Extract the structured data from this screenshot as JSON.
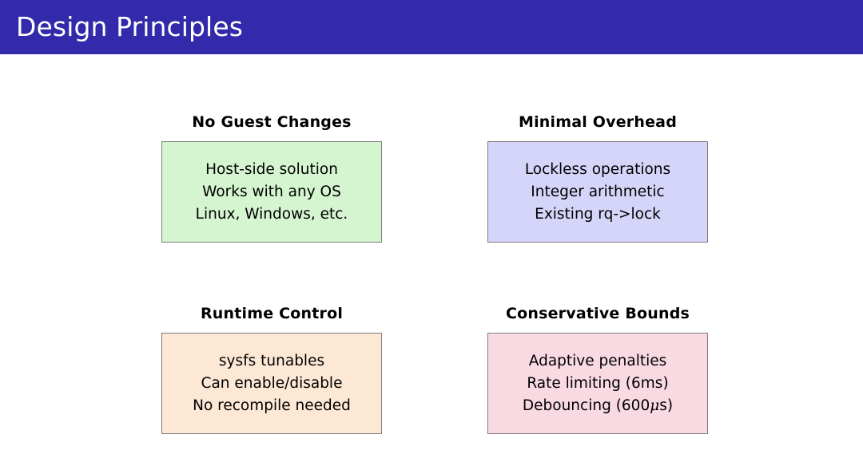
{
  "slide": {
    "title": "Design Principles",
    "header_bg": "#3229ab",
    "header_fg": "#ffffff",
    "background": "#ffffff",
    "border_color": "#7d7d7d"
  },
  "cells": [
    {
      "heading": "No Guest Changes",
      "fill": "#d5f5d0",
      "lines": [
        "Host-side solution",
        "Works with any OS",
        "Linux, Windows, etc."
      ]
    },
    {
      "heading": "Minimal Overhead",
      "fill": "#d5d5fa",
      "lines": [
        "Lockless operations",
        "Integer arithmetic",
        "Existing rq->lock"
      ]
    },
    {
      "heading": "Runtime Control",
      "fill": "#fce8d5",
      "lines": [
        "sysfs tunables",
        "Can enable/disable",
        "No recompile needed"
      ]
    },
    {
      "heading": "Conservative Bounds",
      "fill": "#f9d9e2",
      "lines": [
        "Adaptive penalties",
        "Rate limiting (6ms)",
        "Debouncing (600μs)"
      ]
    }
  ]
}
